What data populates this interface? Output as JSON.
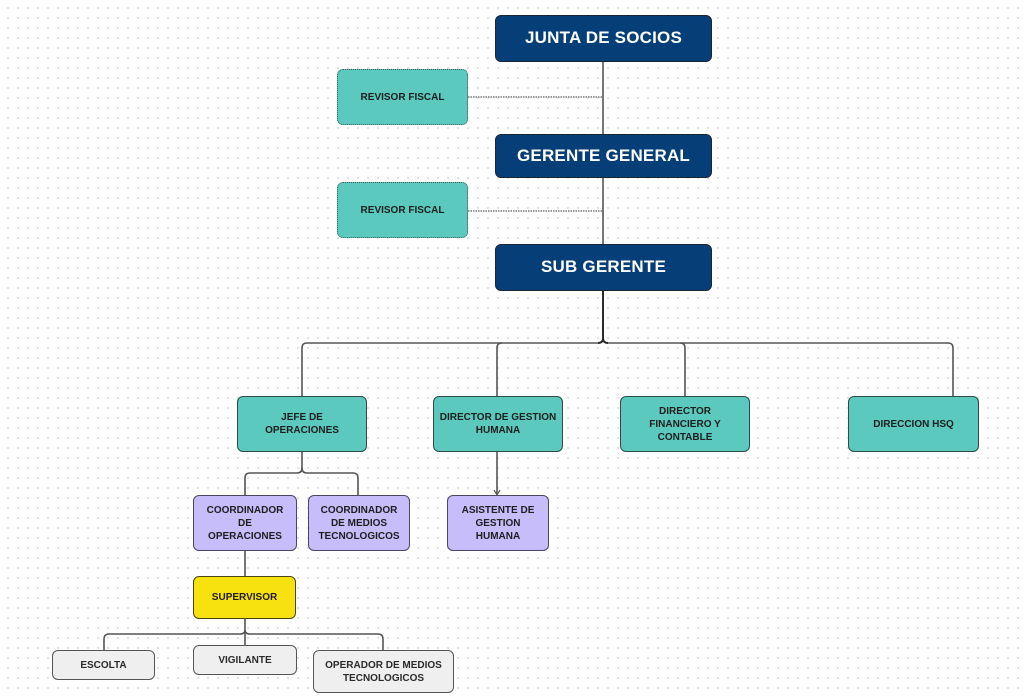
{
  "org_chart": {
    "top": {
      "junta": "JUNTA DE SOCIOS",
      "gerente_general": "GERENTE GENERAL",
      "sub_gerente": "SUB GERENTE"
    },
    "advisors": [
      {
        "label": "REVISOR FISCAL",
        "reports_to": "JUNTA DE SOCIOS"
      },
      {
        "label": "REVISOR FISCAL",
        "reports_to": "GERENTE GENERAL"
      }
    ],
    "departments": [
      {
        "label": "JEFE DE OPERACIONES"
      },
      {
        "label": "DIRECTOR DE GESTION HUMANA"
      },
      {
        "label": "DIRECTOR FINANCIERO Y CONTABLE"
      },
      {
        "label": "DIRECCION HSQ"
      }
    ],
    "operations": {
      "coordinador_operaciones": "COORDINADOR DE OPERACIONES",
      "coordinador_medios": "COORDINADOR DE MEDIOS TECNOLOGICOS",
      "supervisor": "SUPERVISOR",
      "staff": [
        {
          "label": "ESCOLTA"
        },
        {
          "label": "VIGILANTE"
        },
        {
          "label": "OPERADOR DE MEDIOS TECNOLOGICOS"
        }
      ]
    },
    "human_resources": {
      "asistente": "ASISTENTE DE GESTION HUMANA"
    },
    "colors": {
      "executive": "#063f78",
      "department": "#5bc9bd",
      "coordinator": "#c6bdfa",
      "supervisor": "#f7e10f",
      "staff": "#efefef"
    }
  }
}
